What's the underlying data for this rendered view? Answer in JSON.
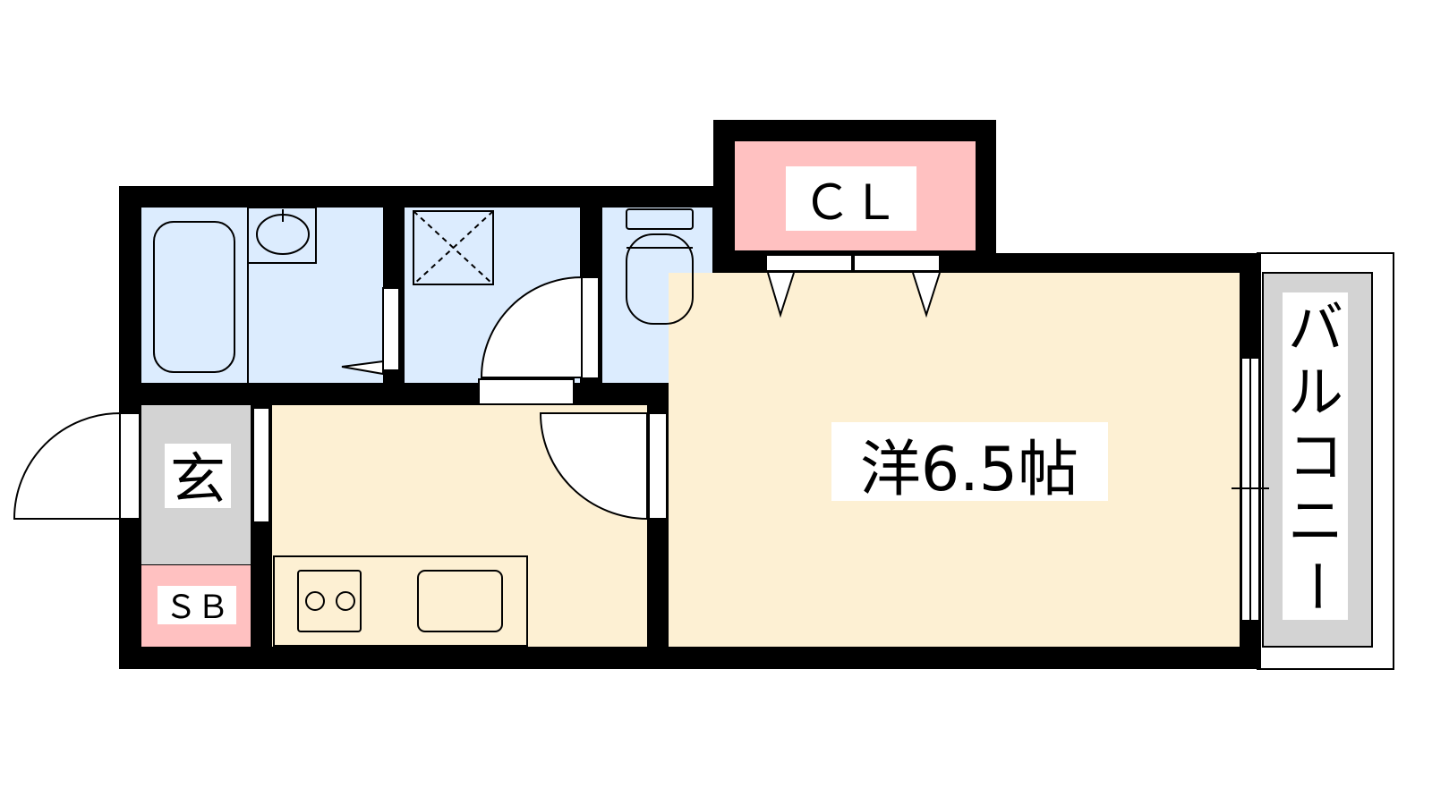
{
  "rooms": {
    "western_room": "洋6.5帖",
    "closet": "ＣＬ",
    "entrance": "玄",
    "shoe_box": "ＳＢ",
    "balcony": [
      "バ",
      "ル",
      "コ",
      "ニ",
      "ー"
    ]
  },
  "colors": {
    "wall": "#000000",
    "wet_area": "#dcecfe",
    "room": "#fdf0d3",
    "closet": "#ffc1c1",
    "entrance": "#d3d3d3",
    "kitchen": "#ecdcf4",
    "balcony": "#d3d3d3"
  }
}
